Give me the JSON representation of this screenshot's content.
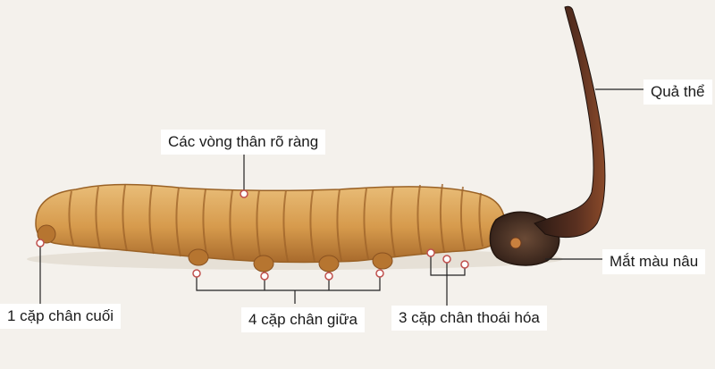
{
  "labels": {
    "rings": "Các vòng thân rõ ràng",
    "fruiting_body": "Quả thể",
    "last_legs": "1 cặp chân cuối",
    "middle_legs": "4 cặp chân giữa",
    "vestigial_legs": "3 cặp chân thoái hóa",
    "brown_eye": "Mắt màu nâu"
  },
  "colors": {
    "background": "#f4f1ec",
    "body": "#d79b4c",
    "body_shadow": "#a8682a",
    "head": "#5a3a2a",
    "stalk": "#4a2a20",
    "marker": "#c0504d",
    "line": "#222222"
  }
}
